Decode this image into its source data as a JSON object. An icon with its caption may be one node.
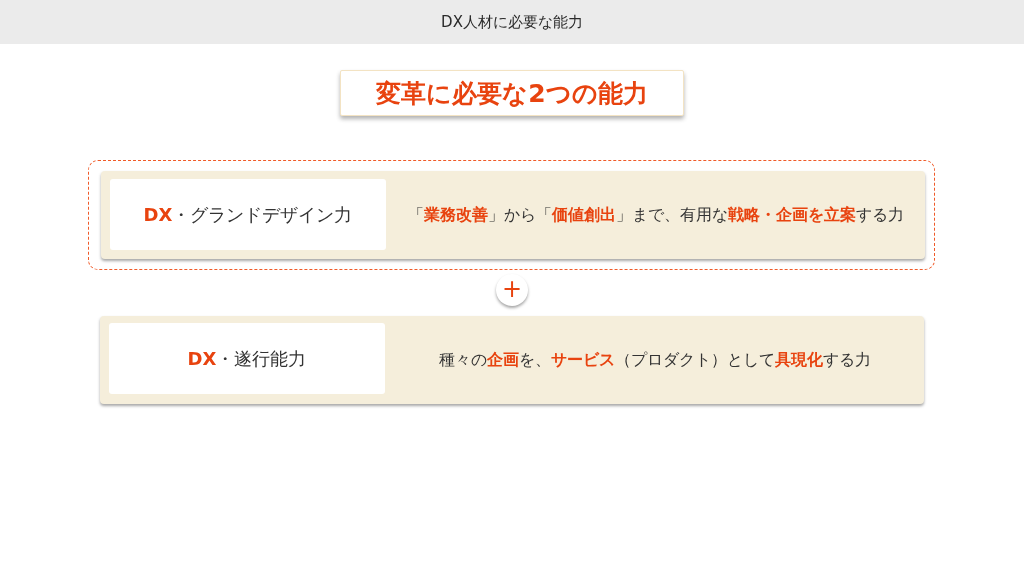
{
  "diagram": {
    "title": "DX人材に必要な能力",
    "nodes": [
      {
        "text": [
          "変革に必要な2つの能力"
        ]
      },
      {
        "text": [],
        "shape": "box"
      },
      {
        "text": [
          "「**業務改善**」から「**価値創出**」まで、有用な**戦略・企画を立案**する力"
        ],
        "in": 1
      },
      {
        "text": [
          "**DX**・グランドデザイン力"
        ],
        "in": 2
      },
      {
        "text": [
          "+"
        ]
      },
      {
        "text": [
          "種々の**企画**を、**サービス**（プロダクト）として**具現化**する力"
        ]
      },
      {
        "text": [
          "**DX**・遂行能力"
        ],
        "in": 5
      }
    ]
  }
}
